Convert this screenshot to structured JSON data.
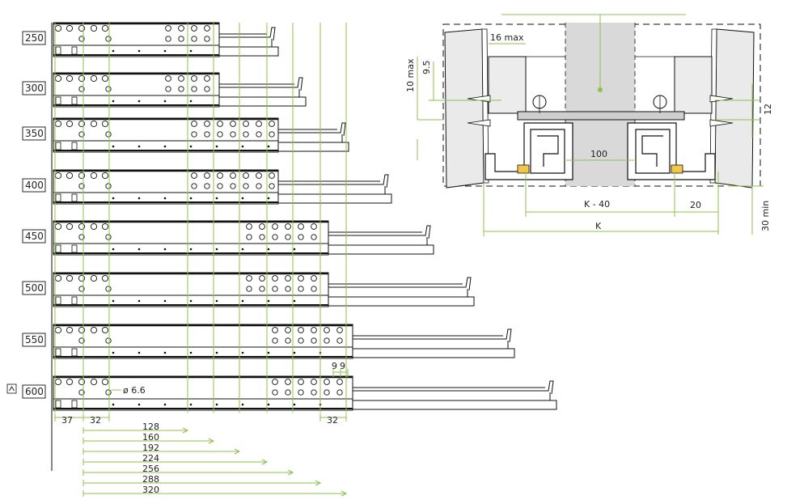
{
  "drawer_lengths": [
    "250",
    "300",
    "350",
    "400",
    "450",
    "500",
    "550",
    "600"
  ],
  "bottom_dims": {
    "left_offset": "37",
    "left_spacing": "32",
    "right_spacing": "32",
    "hole_pitch": [
      "9",
      "9"
    ],
    "hole_diameter": "ø 6.6",
    "distances": [
      "128",
      "160",
      "192",
      "224",
      "256",
      "288",
      "320"
    ]
  },
  "cross_section": {
    "side_gap": "16 max",
    "top_v1": "10 max",
    "top_v2": "9.5",
    "thickness": "12",
    "center_gap": "100",
    "k_minus": "K - 40",
    "side_offset": "20",
    "k": "K",
    "min_height": "30 min"
  },
  "colors": {
    "dimension_green": "#8dc04e",
    "line": "#111111",
    "panel_gray": "#d9d9d9"
  }
}
